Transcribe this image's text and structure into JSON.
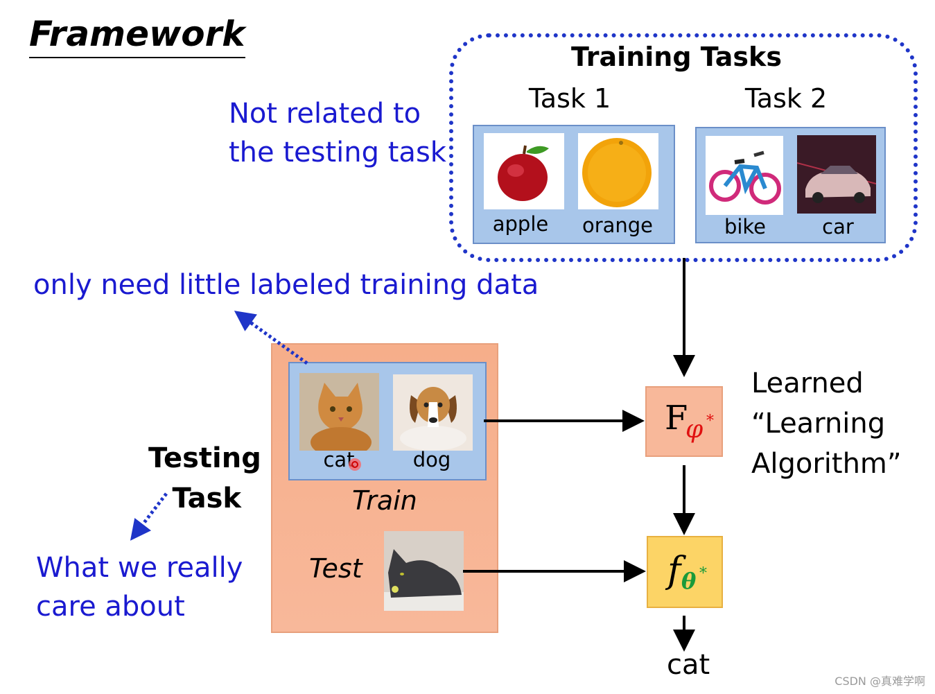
{
  "title": "Framework",
  "notes": {
    "not_related_line1": "Not related to",
    "not_related_line2": "the testing task",
    "little_data": "only need little labeled training data",
    "care_line1": "What we really",
    "care_line2": "care about"
  },
  "training_tasks": {
    "title": "Training Tasks",
    "tasks": [
      {
        "label": "Task 1",
        "items": [
          "apple",
          "orange"
        ]
      },
      {
        "label": "Task 2",
        "items": [
          "bike",
          "car"
        ]
      }
    ]
  },
  "testing_task": {
    "label_line1": "Testing",
    "label_line2": "Task",
    "train_items": [
      "cat",
      "dog"
    ],
    "train_label": "Train",
    "test_label": "Test"
  },
  "learner": {
    "F_symbol": "F",
    "F_sub": "φ",
    "star": "*",
    "f_symbol": "f",
    "f_sub": "θ"
  },
  "learned_text": {
    "line1": "Learned",
    "line2": "“Learning",
    "line3": "Algorithm”"
  },
  "output": "cat",
  "watermark": "CSDN @真难学啊",
  "colors": {
    "note_blue": "#1a1ad0",
    "dotted_border": "#1f35c8",
    "panel_blue": "#a8c6ea",
    "salmon": "#f6ae8a",
    "yellow": "#fcd466",
    "phi_red": "#e01010",
    "theta_green": "#1a9a3a"
  }
}
